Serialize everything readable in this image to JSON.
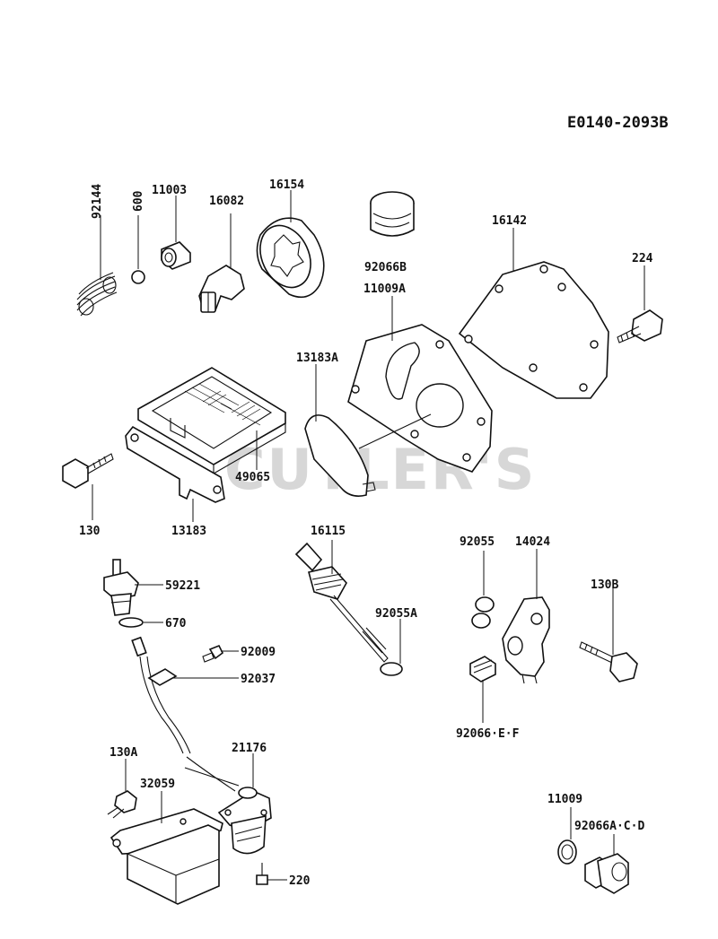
{
  "diagram": {
    "code": "E0140-2093B",
    "watermark": "CUTLER'S",
    "parts": {
      "p92144": "92144",
      "p600": "600",
      "p11003": "11003",
      "p16082": "16082",
      "p16154": "16154",
      "p92066B": "92066B",
      "p11009A": "11009A",
      "p16142": "16142",
      "p224": "224",
      "p13183A": "13183A",
      "p49065": "49065",
      "p130": "130",
      "p13183": "13183",
      "p16115": "16115",
      "p92055A": "92055A",
      "p92055": "92055",
      "p14024": "14024",
      "p130B": "130B",
      "p92066EF": "92066·E·F",
      "p59221": "59221",
      "p670": "670",
      "p92009": "92009",
      "p92037": "92037",
      "p130A": "130A",
      "p32059": "32059",
      "p21176": "21176",
      "p220": "220",
      "p11009": "11009",
      "p92066ACD": "92066A·C·D"
    }
  }
}
